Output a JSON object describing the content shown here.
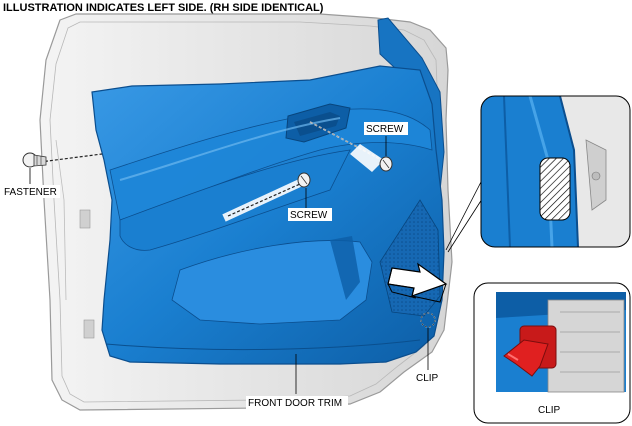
{
  "header": {
    "title": "ILLUSTRATION INDICATES LEFT SIDE. (RH SIDE IDENTICAL)"
  },
  "labels": {
    "fastener": "FASTENER",
    "screw_upper": "SCREW",
    "screw_lower": "SCREW",
    "clip": "CLIP",
    "front_door_trim": "FRONT DOOR TRIM",
    "inset_clip": "CLIP"
  },
  "colors": {
    "trim_blue": "#1a7fd0",
    "trim_blue_dark": "#0d5ea6",
    "trim_blue_light": "#46a3e8",
    "door_frame_gray": "#e4e4e4",
    "clip_red": "#e02020"
  },
  "icons": {
    "fastener": "fastener-icon",
    "screw": "screw-icon",
    "clip": "clip-icon",
    "removal_arrow": "removal-direction-arrow-icon"
  }
}
